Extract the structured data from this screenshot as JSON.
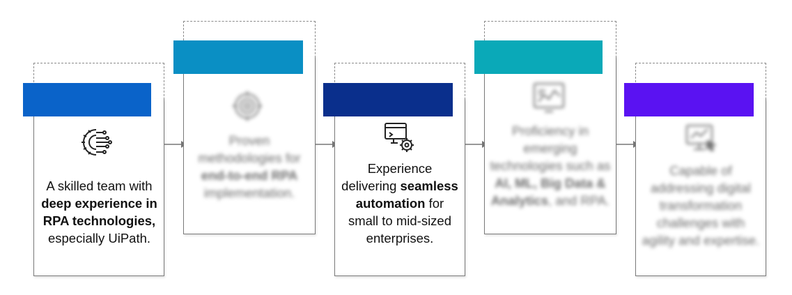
{
  "colors": {
    "step1": "#0a63c9",
    "step2": "#0a8fc4",
    "step3": "#0a2f8c",
    "step4": "#0aa9b8",
    "step5": "#5a12f2",
    "border": "#7a7a7a",
    "dashed": "#8a8a8a",
    "arrow": "#777777"
  },
  "steps": [
    {
      "icon": "ai-chip-gear-icon",
      "text_pre": "A skilled team with ",
      "text_bold": "deep experience in RPA technologies,",
      "text_post": " especially UiPath."
    },
    {
      "icon": "target-gear-icon",
      "text_pre": "Proven methodologies for ",
      "text_bold": "end-to-end RPA",
      "text_post": " implementation."
    },
    {
      "icon": "computer-gear-icon",
      "text_pre": "Experience delivering ",
      "text_bold": "seamless automation",
      "text_post": " for small to mid-sized enterprises."
    },
    {
      "icon": "analytics-screen-icon",
      "text_pre": "Proficiency in emerging technologies such as ",
      "text_bold": "AI, ML, Big Data & Analytics",
      "text_post": ", and RPA."
    },
    {
      "icon": "monitor-cursor-icon",
      "text_pre": "Capable of addressing digital transformation challenges with agility and expertise.",
      "text_bold": "",
      "text_post": ""
    }
  ]
}
